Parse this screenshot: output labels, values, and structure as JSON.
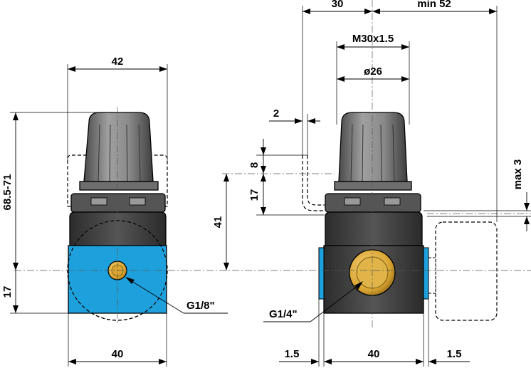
{
  "dimensions": {
    "top_width": "42",
    "total_height": "68.5-71",
    "center_height_left": "17",
    "bottom_width_left": "40",
    "port_left": "G1/8\"",
    "side_offset": "30",
    "side_min": "min 52",
    "thread": "M30x1.5",
    "diameter": "ø26",
    "bracket_thickness": "2",
    "bracket_gap": "8",
    "bracket_height": "17",
    "center_height_right": "41",
    "max_offset": "max 3",
    "port_right": "G1/4\"",
    "flange_left": "1.5",
    "bottom_width_right": "40",
    "flange_right": "1.5"
  },
  "colors": {
    "body_dark": "#3a3a3a",
    "knob_gray": "#7a7a7a",
    "port_blue": "#1ea0dc",
    "brass": "#d9a531"
  }
}
